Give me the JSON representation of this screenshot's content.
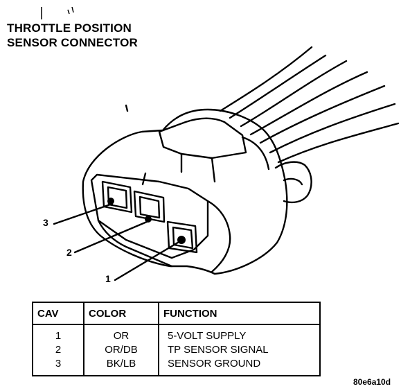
{
  "title": {
    "line1": "THROTTLE POSITION",
    "line2": "SENSOR CONNECTOR"
  },
  "callouts": [
    "3",
    "2",
    "1"
  ],
  "table": {
    "headers": [
      "CAV",
      "COLOR",
      "FUNCTION"
    ],
    "rows": [
      {
        "cav": "1",
        "color": "OR",
        "function": "5-VOLT SUPPLY"
      },
      {
        "cav": "2",
        "color": "OR/DB",
        "function": "TP SENSOR SIGNAL"
      },
      {
        "cav": "3",
        "color": "BK/LB",
        "function": "SENSOR GROUND"
      }
    ]
  },
  "figure_code": "80e6a10d"
}
